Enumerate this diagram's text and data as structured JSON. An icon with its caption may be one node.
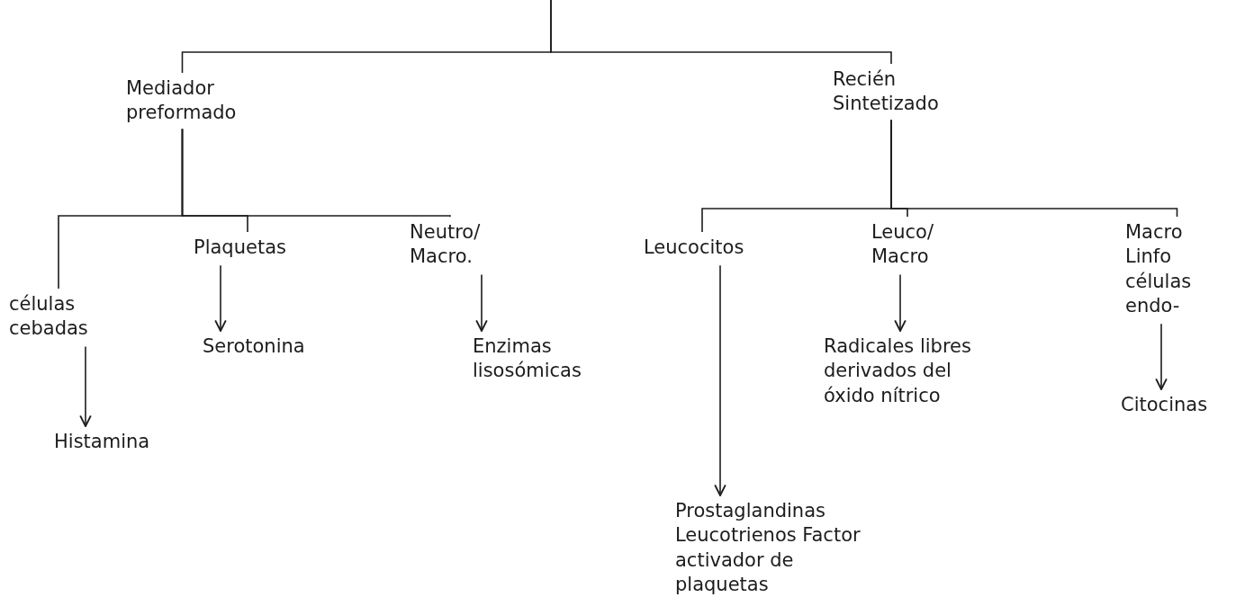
{
  "diagram": {
    "nodes": [
      {
        "text": [
          "Mediador preformado"
        ]
      },
      {
        "text": [
          "Recién Sintetizado"
        ]
      },
      {
        "text": [
          "células cebadas"
        ]
      },
      {
        "text": [
          "Plaquetas"
        ]
      },
      {
        "text": [
          "Neutro/ Macro."
        ]
      },
      {
        "text": [
          "Leucocitos"
        ]
      },
      {
        "text": [
          "Leuco/ Macro"
        ]
      },
      {
        "text": [
          "Macro Linfo células endo-"
        ]
      },
      {
        "text": [
          "Histamina"
        ]
      },
      {
        "text": [
          "Serotonina"
        ]
      },
      {
        "text": [
          "Enzimas lisosómicas"
        ]
      },
      {
        "text": [
          "Radicales libres derivados del óxido nítrico"
        ]
      },
      {
        "text": [
          "Prostaglandinas Leucotrienos Factor activador de plaquetas"
        ]
      },
      {
        "text": [
          "Citocinas"
        ]
      }
    ],
    "edges": [
      {
        "from": null,
        "to": 0,
        "arrow": "none"
      },
      {
        "from": null,
        "to": 1,
        "arrow": "none"
      },
      {
        "from": 0,
        "to": 2,
        "arrow": "none"
      },
      {
        "from": 0,
        "to": 3,
        "arrow": "none"
      },
      {
        "from": 0,
        "to": 4,
        "arrow": "none"
      },
      {
        "from": 1,
        "to": 5,
        "arrow": "none"
      },
      {
        "from": 1,
        "to": 6,
        "arrow": "none"
      },
      {
        "from": 1,
        "to": 7,
        "arrow": "none"
      },
      {
        "from": 2,
        "to": 8,
        "arrow": "to"
      },
      {
        "from": 3,
        "to": 9,
        "arrow": "to"
      },
      {
        "from": 4,
        "to": 10,
        "arrow": "to"
      },
      {
        "from": 5,
        "to": 12,
        "arrow": "to"
      },
      {
        "from": 6,
        "to": 11,
        "arrow": "to"
      },
      {
        "from": 7,
        "to": 13,
        "arrow": "to"
      }
    ]
  }
}
